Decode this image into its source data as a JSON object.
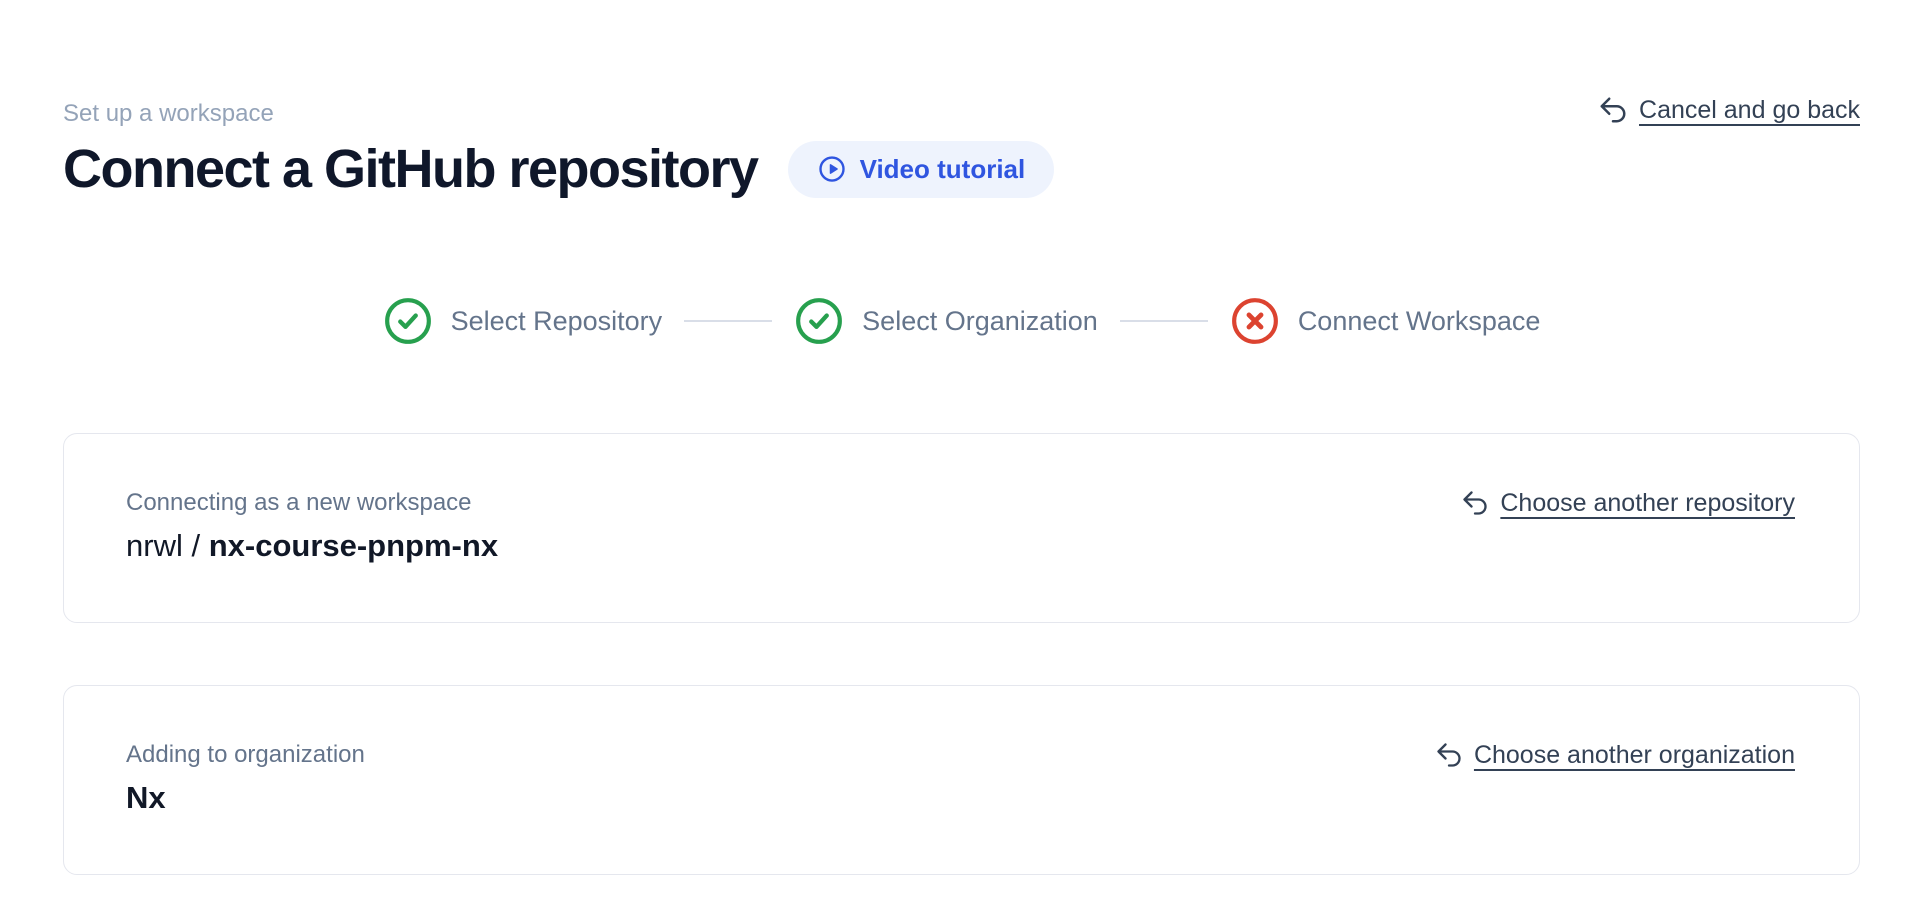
{
  "page": {
    "eyebrow": "Set up a workspace",
    "title": "Connect a GitHub repository",
    "video_button": {
      "label": "Video tutorial",
      "icon": "play-circle-icon"
    },
    "cancel_link": {
      "label": "Cancel and go back",
      "icon": "undo-arrow-icon"
    }
  },
  "stepper": {
    "steps": [
      {
        "label": "Select Repository",
        "status": "complete",
        "icon": "check-circle-icon"
      },
      {
        "label": "Select Organization",
        "status": "complete",
        "icon": "check-circle-icon"
      },
      {
        "label": "Connect Workspace",
        "status": "error",
        "icon": "x-circle-icon"
      }
    ]
  },
  "repository_card": {
    "label": "Connecting as a new workspace",
    "owner": "nrwl /",
    "repo": "nx-course-pnpm-nx",
    "action": {
      "label": "Choose another repository",
      "icon": "undo-arrow-icon"
    }
  },
  "organization_card": {
    "label": "Adding to organization",
    "value": "Nx",
    "action": {
      "label": "Choose another organization",
      "icon": "undo-arrow-icon"
    }
  },
  "colors": {
    "accent_blue": "#2f55e0",
    "pill_background": "#eef3fd",
    "success_green": "#27a04e",
    "error_red": "#dc4330",
    "muted_text": "#94a3b8",
    "step_label": "#64748b",
    "heading_text": "#0f172a",
    "link_text": "#334155",
    "card_border": "#e5e7ee",
    "connector": "#d9dee8"
  }
}
